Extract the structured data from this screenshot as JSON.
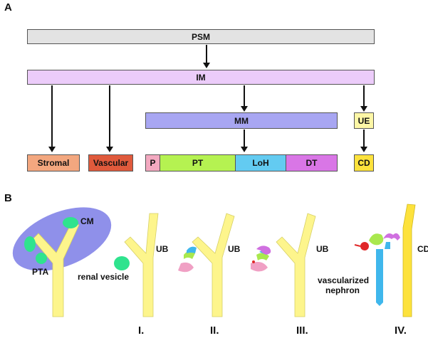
{
  "panel_a": {
    "letter": "A",
    "boxes": {
      "psm": "PSM",
      "im": "IM",
      "mm": "MM",
      "ue": "UE",
      "stromal": "Stromal",
      "vascular": "Vascular",
      "p": "P",
      "pt": "PT",
      "loh": "LoH",
      "dt": "DT",
      "cd": "CD"
    },
    "colors": {
      "psm": "#e3e3e3",
      "im": "#ecccfa",
      "mm": "#a8a6f2",
      "ue": "#fdf7a6",
      "stromal": "#f3a77f",
      "vascular": "#e05a3c",
      "p": "#f3a9c0",
      "pt": "#b5f251",
      "loh": "#63cbf1",
      "dt": "#d976e6",
      "cd": "#fde23c"
    }
  },
  "panel_b": {
    "letter": "B",
    "labels": {
      "cm": "CM",
      "pta": "PTA",
      "ub1": "UB",
      "renal_vesicle": "renal vesicle",
      "ub2": "UB",
      "ub3": "UB",
      "vascularized": "vascularized",
      "nephron": "nephron",
      "cd": "CD"
    },
    "stages": [
      "I.",
      "II.",
      "III.",
      "IV."
    ],
    "colors": {
      "duct": "#fdf58c",
      "mesenchyme": "#8f90ea",
      "cap": "#2fe38e",
      "pink": "#f0a0c4",
      "green": "#a9e84e",
      "blue": "#3fb7ec",
      "magenta": "#d070e0",
      "vessel": "#e02828",
      "cd_yellow": "#fde23c"
    }
  }
}
